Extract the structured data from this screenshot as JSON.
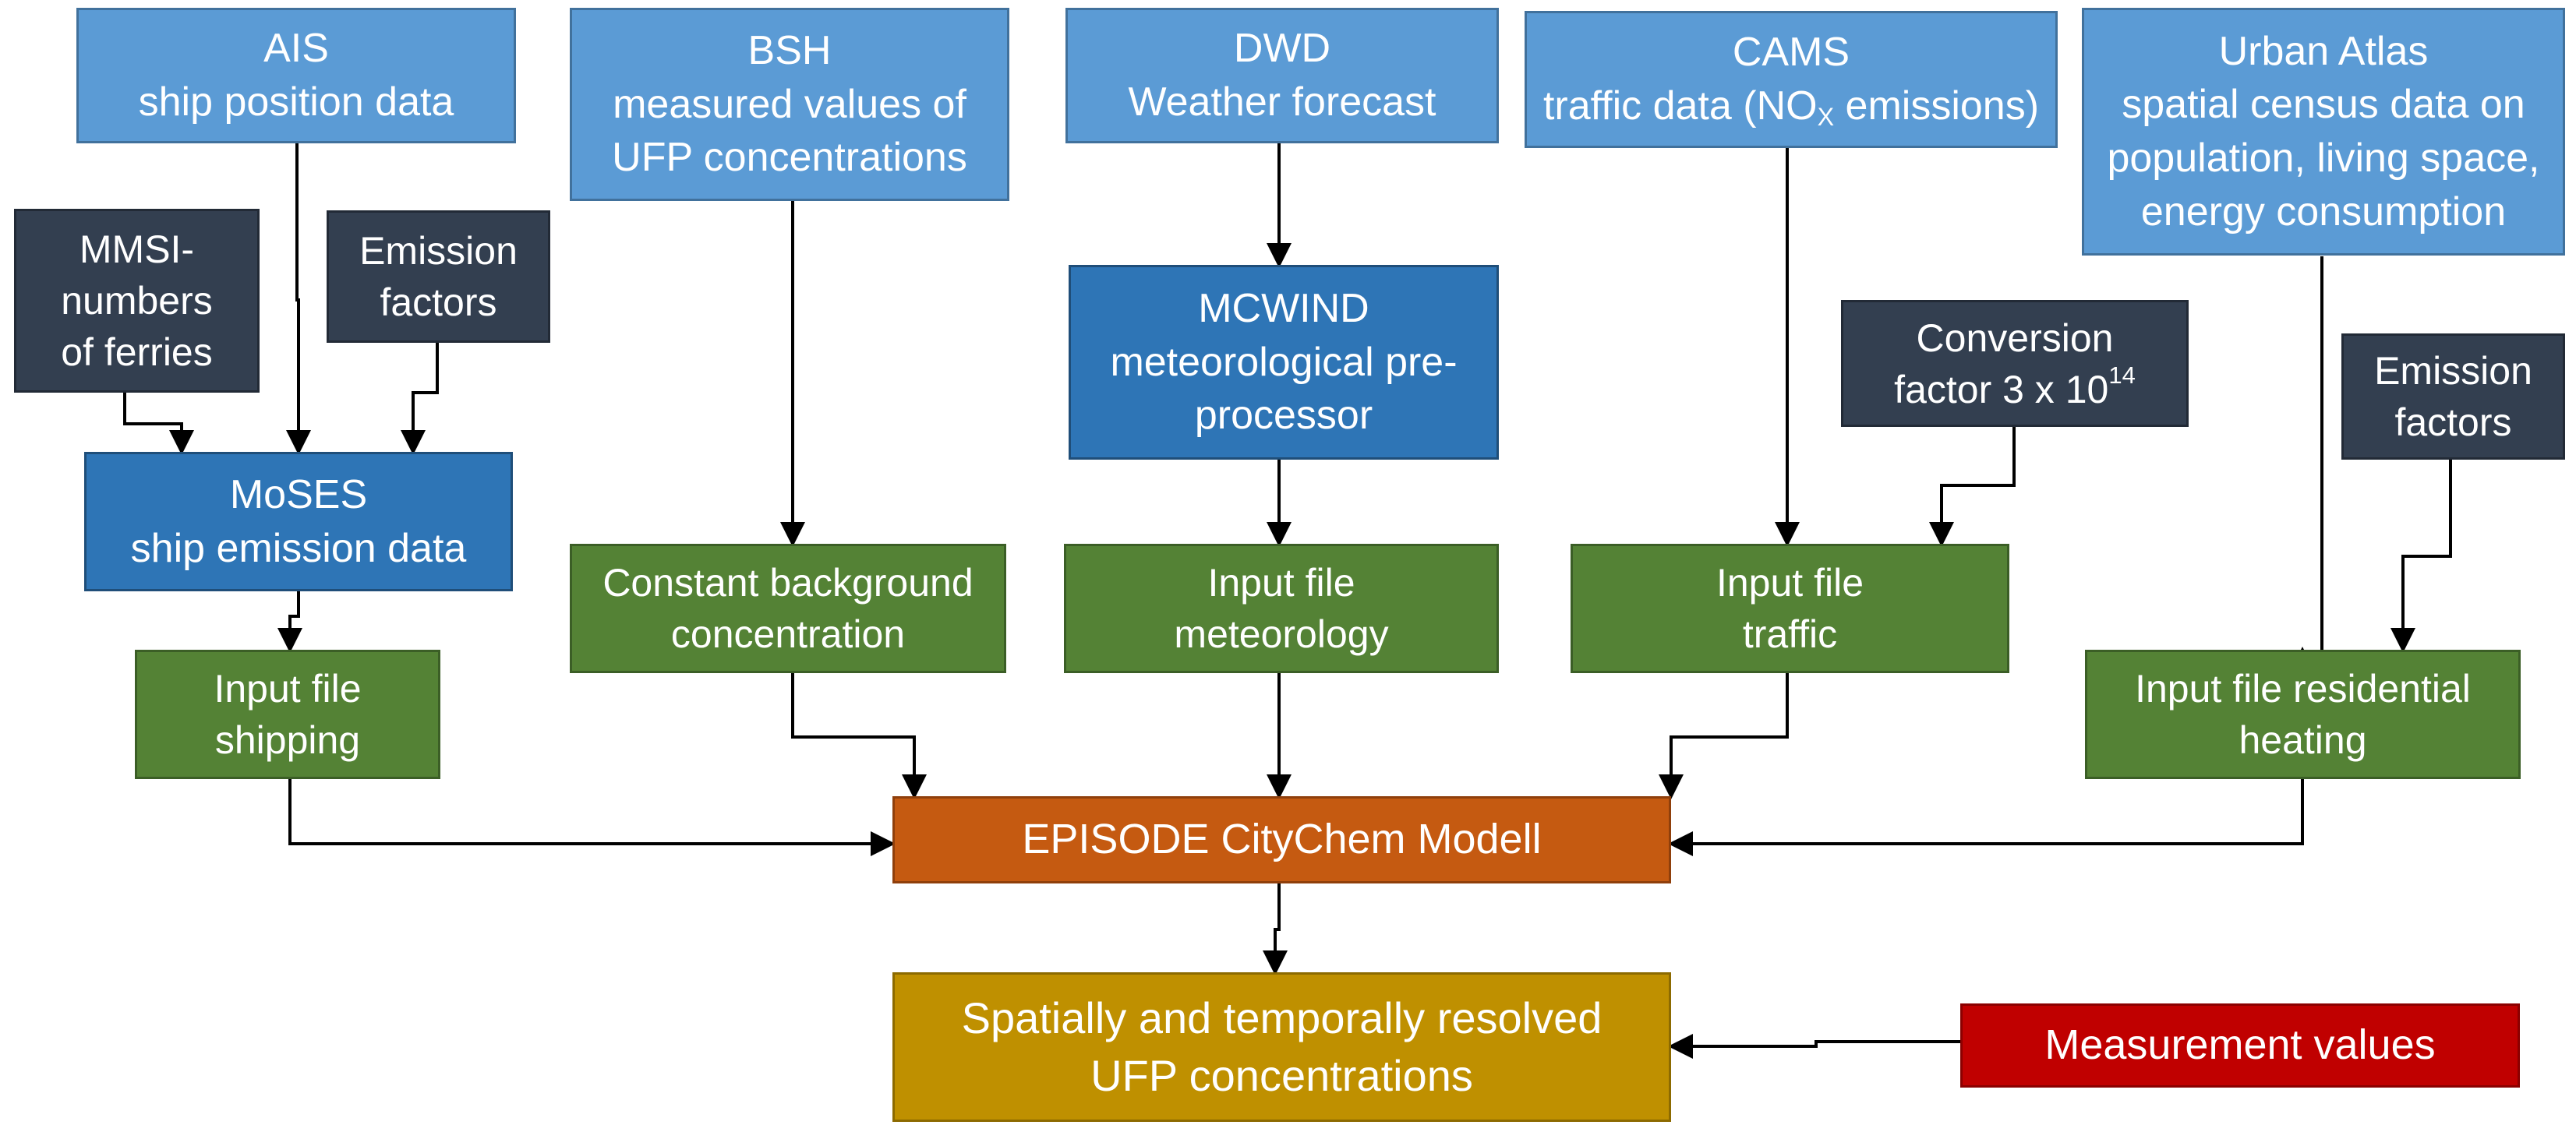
{
  "sources": {
    "ais": {
      "title": "AIS",
      "sub": "ship position data"
    },
    "bsh": {
      "title": "BSH",
      "line1": "measured values  of",
      "line2": "UFP concentrations"
    },
    "dwd": {
      "title": "DWD",
      "sub": "Weather forecast"
    },
    "cams": {
      "title": "CAMS",
      "sub_pre": "traffic data (NO",
      "sub_x": "X",
      "sub_post": " emissions)"
    },
    "urban_atlas": {
      "title": "Urban Atlas",
      "line1": "spatial census data on",
      "line2": "population, living space,",
      "line3": "energy consumption"
    }
  },
  "factors": {
    "mmsi": {
      "line1": "MMSI-",
      "line2": "numbers",
      "line3": "of  ferries"
    },
    "emission_ship": {
      "line1": "Emission",
      "line2": "factors"
    },
    "conversion": {
      "line1": "Conversion",
      "line2_pre": "factor 3 x 10",
      "exp": "14"
    },
    "emission_heating": {
      "line1": "Emission",
      "line2": "factors"
    }
  },
  "processors": {
    "moses": {
      "title": "MoSES",
      "sub": "ship emission data"
    },
    "mcwind": {
      "title": "MCWIND",
      "line1": "meteorological pre-",
      "line2": "processor"
    }
  },
  "inputs": {
    "shipping": {
      "line1": "Input file",
      "line2": "shipping"
    },
    "background": {
      "line1": "Constant background",
      "line2": "concentration"
    },
    "meteorology": {
      "line1": "Input  file",
      "line2": "meteorology"
    },
    "traffic": {
      "line1": "Input file",
      "line2": "traffic"
    },
    "heating": {
      "line1": "Input file residential",
      "line2": "heating"
    }
  },
  "model": {
    "label": "EPISODE CityChem Modell"
  },
  "result": {
    "line1": "Spatially and temporally resolved",
    "line2": "UFP concentrations"
  },
  "measurement": {
    "label": "Measurement values"
  },
  "colors": {
    "source": "#5b9bd5",
    "factor": "#333f50",
    "processor": "#2e75b6",
    "input": "#548235",
    "model": "#c55a11",
    "result": "#bf9000",
    "measurement": "#c00000",
    "connector": "#000000"
  }
}
